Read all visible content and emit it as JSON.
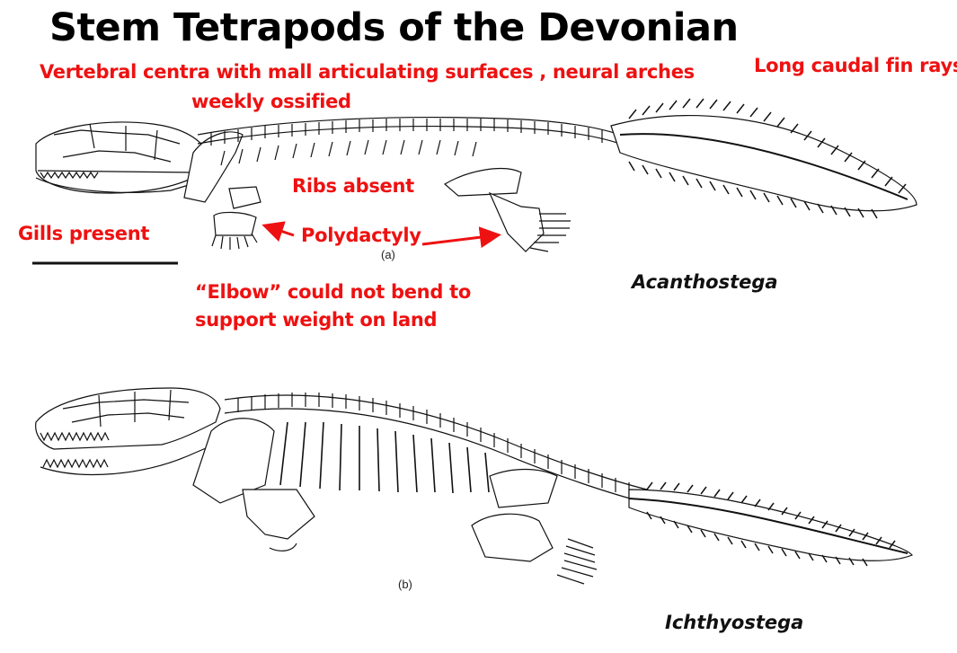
{
  "title": "Stem Tetrapods of the Devonian",
  "annotations": {
    "vertebral_line1": "Vertebral centra with mall articulating surfaces , neural arches",
    "vertebral_line2": "weekly ossified",
    "caudal": "Long caudal fin rays",
    "ribs": "Ribs absent",
    "gills": "Gills present",
    "polydactyly": "Polydactyly",
    "elbow_line1": "“Elbow” could not bend to",
    "elbow_line2": "support weight on land"
  },
  "panels": {
    "a": {
      "label": "(a)",
      "species": "Acanthostega"
    },
    "b": {
      "label": "(b)",
      "species": "Ichthyostega"
    }
  },
  "colors": {
    "annotation": "#ee1111",
    "drawing": "#111111"
  }
}
